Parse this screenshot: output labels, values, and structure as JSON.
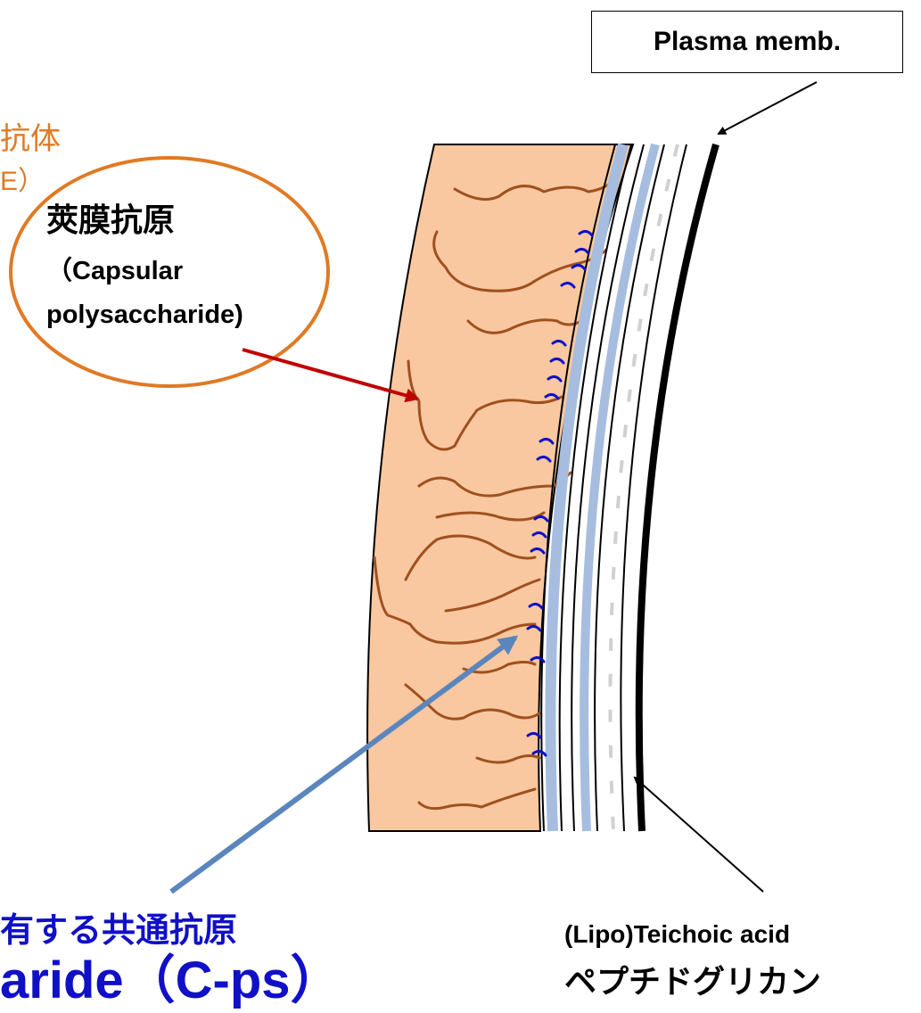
{
  "labels": {
    "antibody_line1": "抗体",
    "antibody_line2": "E）",
    "capsular_jp": "莢膜抗原",
    "capsular_en1": "（Capsular",
    "capsular_en2": "polysaccharide)",
    "plasma_membrane": "Plasma memb.",
    "common_antigen_jp": "有する共通抗原",
    "common_antigen_en": "aride（C-ps）",
    "teichoic": "(Lipo)Teichoic acid",
    "peptidoglycan": "ペプチドグリカン"
  },
  "colors": {
    "capsule_fill": "#f9c8a0",
    "capsule_strand": "#a0501e",
    "orange_label": "#e07a24",
    "blue_layer": "#a6bde0",
    "c_ps_blue": "#1010c8",
    "teichoic_gray": "#d0d0d0",
    "red_arrow": "#c00000",
    "blue_arrow": "#5b86bd"
  }
}
